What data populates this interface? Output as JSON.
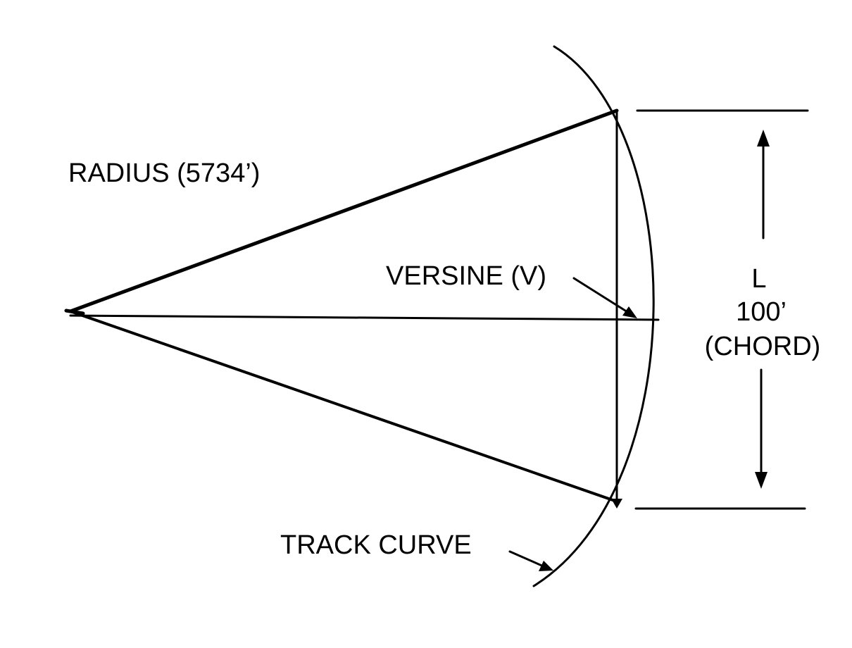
{
  "labels": {
    "radius": "RADIUS (5734’)",
    "versine": "VERSINE (V)",
    "chord_letter": "L",
    "chord_length": "100’",
    "chord_name": "(CHORD)",
    "track_curve": "TRACK CURVE"
  },
  "colors": {
    "ink": "#000000",
    "background": "#ffffff"
  }
}
